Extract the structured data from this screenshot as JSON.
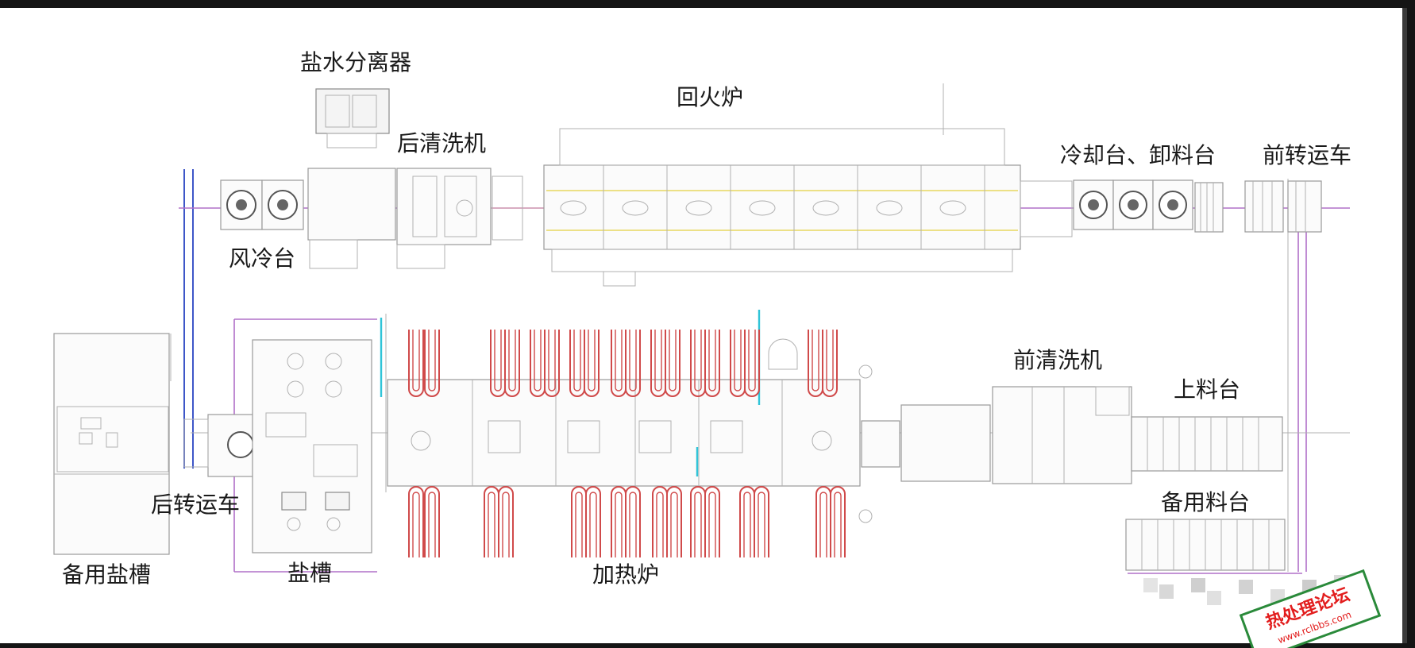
{
  "labels": {
    "brine_separator": "盐水分离器",
    "tempering_furnace": "回火炉",
    "post_washer": "后清洗机",
    "cooling_unloading": "冷却台、卸料台",
    "front_transfer_car": "前转运车",
    "air_cooling": "风冷台",
    "pre_washer": "前清洗机",
    "loading_table": "上料台",
    "rear_transfer_car": "后转运车",
    "spare_loading": "备用料台",
    "spare_salt_tank": "备用盐槽",
    "salt_tank": "盐槽",
    "heating_furnace": "加热炉"
  },
  "watermark": {
    "title": "热处理论坛",
    "url": "www.rclbbs.com"
  },
  "colors": {
    "heating_element": "#d04a4a",
    "conveyor_line": "#3e56c8",
    "guide_line": "#b070c8",
    "cyan_marker": "#30c4d8",
    "stamp": "#e21d1d"
  }
}
